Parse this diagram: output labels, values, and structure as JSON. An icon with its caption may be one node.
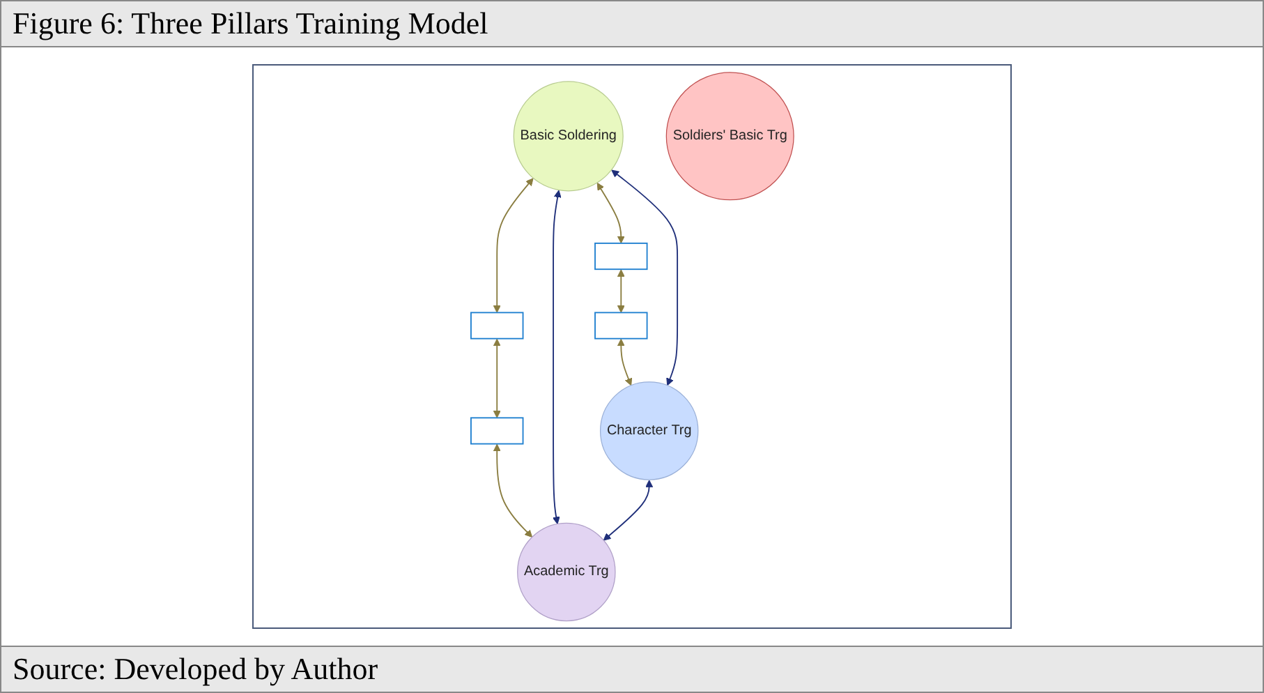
{
  "diagram": {
    "title": "Figure 6: Three Pillars Training Model",
    "caption": "Source: Developed by Author",
    "nodes": [
      {
        "text": [
          "Basic Soldering"
        ]
      },
      {
        "text": [],
        "shape": "box"
      },
      {
        "text": [],
        "shape": "box"
      },
      {
        "text": [],
        "shape": "box"
      },
      {
        "text": [],
        "shape": "box"
      },
      {
        "text": [
          "Soldiers' Basic Trg"
        ]
      },
      {
        "text": [
          "Character Trg"
        ]
      },
      {
        "text": [
          "Academic Trg"
        ]
      }
    ],
    "edges": [
      {
        "from": 0,
        "to": 1,
        "arrow": "both"
      },
      {
        "from": 1,
        "to": 3,
        "arrow": "both"
      },
      {
        "from": 3,
        "to": 6,
        "arrow": "both"
      },
      {
        "from": 0,
        "to": 2,
        "arrow": "both"
      },
      {
        "from": 2,
        "to": 4,
        "arrow": "both"
      },
      {
        "from": 4,
        "to": 7,
        "arrow": "both"
      },
      {
        "from": 0,
        "to": 6,
        "arrow": "both",
        "color": "#1f2f7a"
      },
      {
        "from": 0,
        "to": 7,
        "arrow": "both",
        "color": "#1f2f7a"
      },
      {
        "from": 6,
        "to": 7,
        "arrow": "both",
        "color": "#1f2f7a"
      }
    ]
  }
}
